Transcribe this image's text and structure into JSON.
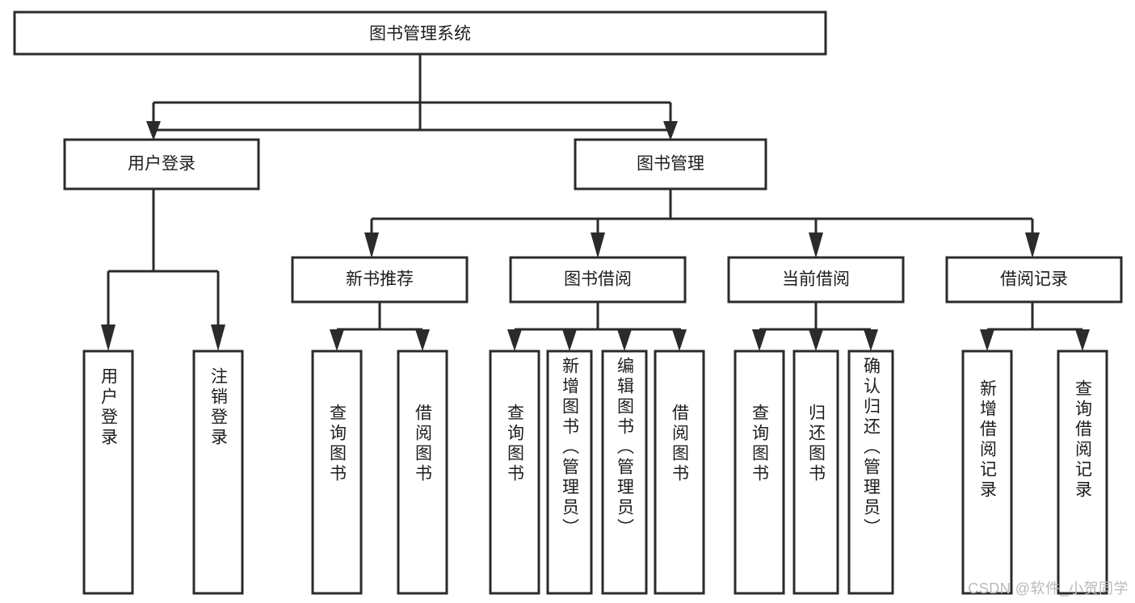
{
  "diagram": {
    "title": "图书管理系统",
    "type": "hierarchy-tree",
    "watermark": "CSDN @软件_小贺同学",
    "colors": {
      "stroke": "#2b2b2b",
      "fill": "#ffffff",
      "text": "#1d1d1d",
      "watermark": "#b9b9b9",
      "background": "#ffffff"
    },
    "levels": {
      "root": {
        "label": "图书管理系统"
      },
      "level1": [
        {
          "label": "用户登录"
        },
        {
          "label": "图书管理"
        }
      ],
      "level2": [
        {
          "label": "新书推荐"
        },
        {
          "label": "图书借阅"
        },
        {
          "label": "当前借阅"
        },
        {
          "label": "借阅记录"
        }
      ],
      "leaves": {
        "user_login": [
          {
            "label": "用户登录"
          },
          {
            "label": "注销登录"
          }
        ],
        "new_book_recommend": [
          {
            "label": "查询图书"
          },
          {
            "label": "借阅图书"
          }
        ],
        "book_borrow": [
          {
            "label": "查询图书"
          },
          {
            "label": "新增图书（管理员）"
          },
          {
            "label": "编辑图书（管理员）"
          },
          {
            "label": "借阅图书"
          }
        ],
        "current_borrow": [
          {
            "label": "查询图书"
          },
          {
            "label": "归还图书"
          },
          {
            "label": "确认归还（管理员）"
          }
        ],
        "borrow_record": [
          {
            "label": "新增借阅记录"
          },
          {
            "label": "查询借阅记录"
          }
        ]
      }
    }
  }
}
